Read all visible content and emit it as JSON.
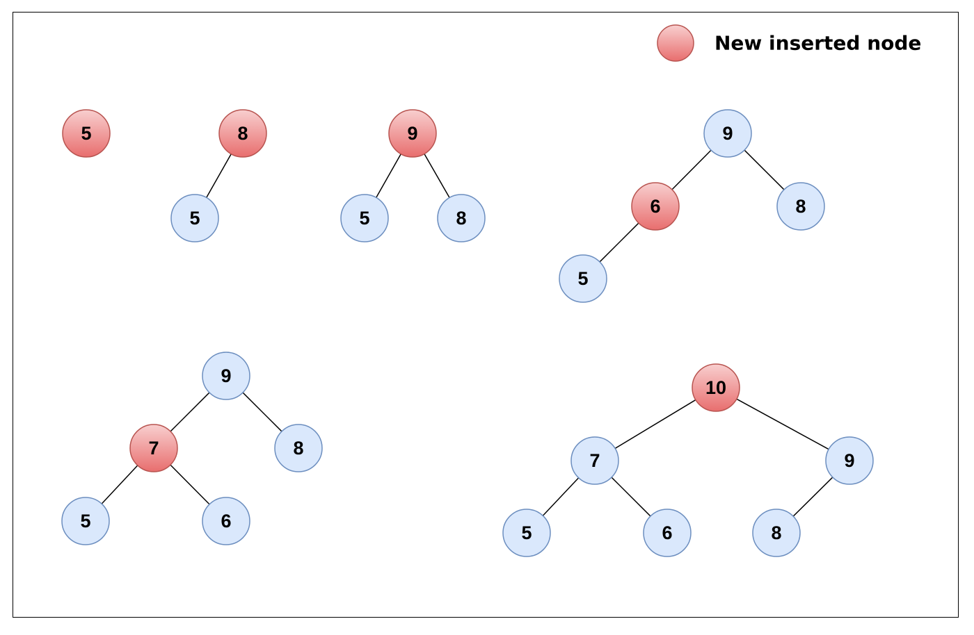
{
  "legend": {
    "label": "New inserted node",
    "color": "#e86e6e"
  },
  "colors": {
    "new_node": "#e86e6e",
    "new_node_light": "#f8cfcf",
    "new_border": "#b85450",
    "old_node": "#dae8fc",
    "old_border": "#6c8ebf"
  },
  "trees": [
    {
      "name": "tree-step-1",
      "nodes": [
        {
          "id": "a",
          "value": "5",
          "new": true
        }
      ],
      "edges": []
    },
    {
      "name": "tree-step-2",
      "nodes": [
        {
          "id": "a",
          "value": "8",
          "new": true
        },
        {
          "id": "b",
          "value": "5",
          "new": false
        }
      ],
      "edges": [
        [
          "a",
          "b"
        ]
      ]
    },
    {
      "name": "tree-step-3",
      "nodes": [
        {
          "id": "a",
          "value": "9",
          "new": true
        },
        {
          "id": "b",
          "value": "5",
          "new": false
        },
        {
          "id": "c",
          "value": "8",
          "new": false
        }
      ],
      "edges": [
        [
          "a",
          "b"
        ],
        [
          "a",
          "c"
        ]
      ]
    },
    {
      "name": "tree-step-4",
      "nodes": [
        {
          "id": "a",
          "value": "9",
          "new": false
        },
        {
          "id": "b",
          "value": "6",
          "new": true
        },
        {
          "id": "c",
          "value": "8",
          "new": false
        },
        {
          "id": "d",
          "value": "5",
          "new": false
        }
      ],
      "edges": [
        [
          "a",
          "b"
        ],
        [
          "a",
          "c"
        ],
        [
          "b",
          "d"
        ]
      ]
    },
    {
      "name": "tree-step-5",
      "nodes": [
        {
          "id": "a",
          "value": "9",
          "new": false
        },
        {
          "id": "b",
          "value": "7",
          "new": true
        },
        {
          "id": "c",
          "value": "8",
          "new": false
        },
        {
          "id": "d",
          "value": "5",
          "new": false
        },
        {
          "id": "e",
          "value": "6",
          "new": false
        }
      ],
      "edges": [
        [
          "a",
          "b"
        ],
        [
          "a",
          "c"
        ],
        [
          "b",
          "d"
        ],
        [
          "b",
          "e"
        ]
      ]
    },
    {
      "name": "tree-step-6",
      "nodes": [
        {
          "id": "a",
          "value": "10",
          "new": true
        },
        {
          "id": "b",
          "value": "7",
          "new": false
        },
        {
          "id": "c",
          "value": "9",
          "new": false
        },
        {
          "id": "d",
          "value": "5",
          "new": false
        },
        {
          "id": "e",
          "value": "6",
          "new": false
        },
        {
          "id": "f",
          "value": "8",
          "new": false
        }
      ],
      "edges": [
        [
          "a",
          "b"
        ],
        [
          "a",
          "c"
        ],
        [
          "b",
          "d"
        ],
        [
          "b",
          "e"
        ],
        [
          "c",
          "f"
        ]
      ]
    }
  ]
}
